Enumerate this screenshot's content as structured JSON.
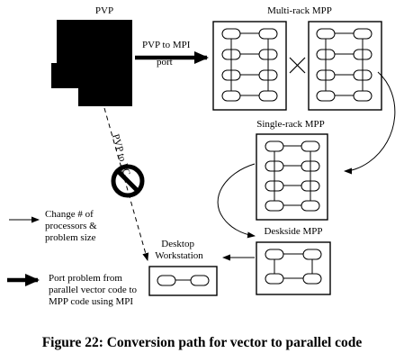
{
  "nodes": {
    "pvp": "PVP",
    "multi_rack": "Multi-rack MPP",
    "single_rack": "Single-rack MPP",
    "deskside": "Deskside MPP",
    "desktop": "Desktop\nWorkstation"
  },
  "edges": {
    "pvp_to_mpi": "PVP to MPI\nport",
    "pvp_to_desktop": "PVP to PC"
  },
  "legend": {
    "thin_arrow": "Change # of\nprocessors &\nproblem size",
    "thick_arrow": "Port problem from\nparallel vector code to\nMPP code using MPI"
  },
  "caption": "Figure 22: Conversion path for vector to parallel code"
}
